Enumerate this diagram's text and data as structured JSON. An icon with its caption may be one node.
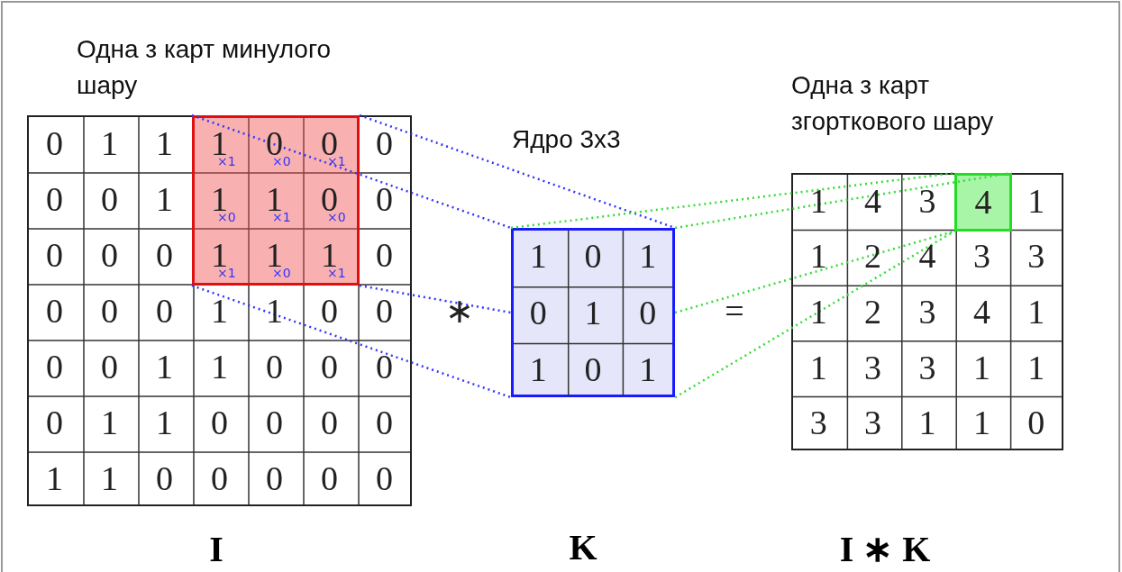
{
  "diagram": {
    "nodes": [
      {
        "text": [
          "Одна з карт минулого шару"
        ],
        "beside": [
          "I"
        ]
      },
      {
        "text": [],
        "shape": "box",
        "in": 0
      },
      {
        "text": [
          "Ядро 3x3"
        ],
        "beside": [
          "K"
        ]
      },
      {
        "text": [
          "Одна з карт згорткового шару"
        ],
        "beside": [
          "I ∗ K"
        ]
      },
      {
        "text": [
          "4"
        ],
        "in": 3
      }
    ],
    "edges": [
      {
        "from": 1,
        "to": 2,
        "arrow": "none",
        "style": "dashed",
        "color": "#3333ff"
      },
      {
        "from": 1,
        "to": 2,
        "arrow": "none",
        "style": "dashed",
        "color": "#3333ff"
      },
      {
        "from": 1,
        "to": 2,
        "arrow": "none",
        "style": "dashed",
        "color": "#3333ff"
      },
      {
        "from": 1,
        "to": 2,
        "arrow": "none",
        "style": "dashed",
        "color": "#3333ff"
      },
      {
        "from": 2,
        "to": 4,
        "arrow": "none",
        "style": "dashed",
        "color": "#33dd33"
      },
      {
        "from": 2,
        "to": 4,
        "arrow": "none",
        "style": "dashed",
        "color": "#33dd33"
      },
      {
        "from": 2,
        "to": 4,
        "arrow": "none",
        "style": "dashed",
        "color": "#33dd33"
      },
      {
        "from": 2,
        "to": 4,
        "arrow": "none",
        "style": "dashed",
        "color": "#33dd33"
      }
    ],
    "labels": [
      "0",
      "1",
      "1",
      "1",
      "0",
      "0",
      "0",
      "×1",
      "×0",
      "×1",
      "0",
      "0",
      "1",
      "1",
      "1",
      "0",
      "0",
      "×0",
      "×1",
      "×0",
      "0",
      "0",
      "0",
      "1",
      "1",
      "1",
      "0",
      "×1",
      "×0",
      "×1",
      "0",
      "0",
      "0",
      "1",
      "1",
      "0",
      "0",
      "0",
      "0",
      "1",
      "1",
      "0",
      "0",
      "0",
      "0",
      "1",
      "1",
      "0",
      "0",
      "0",
      "0",
      "1",
      "1",
      "0",
      "0",
      "0",
      "0",
      "0",
      "∗",
      "1",
      "0",
      "1",
      "0",
      "1",
      "0",
      "1",
      "0",
      "1",
      "=",
      "1",
      "4",
      "3",
      "1",
      "1",
      "2",
      "4",
      "3",
      "3",
      "1",
      "2",
      "3",
      "4",
      "1",
      "1",
      "3",
      "3",
      "1",
      "1",
      "3",
      "3",
      "1",
      "1",
      "0"
    ]
  }
}
